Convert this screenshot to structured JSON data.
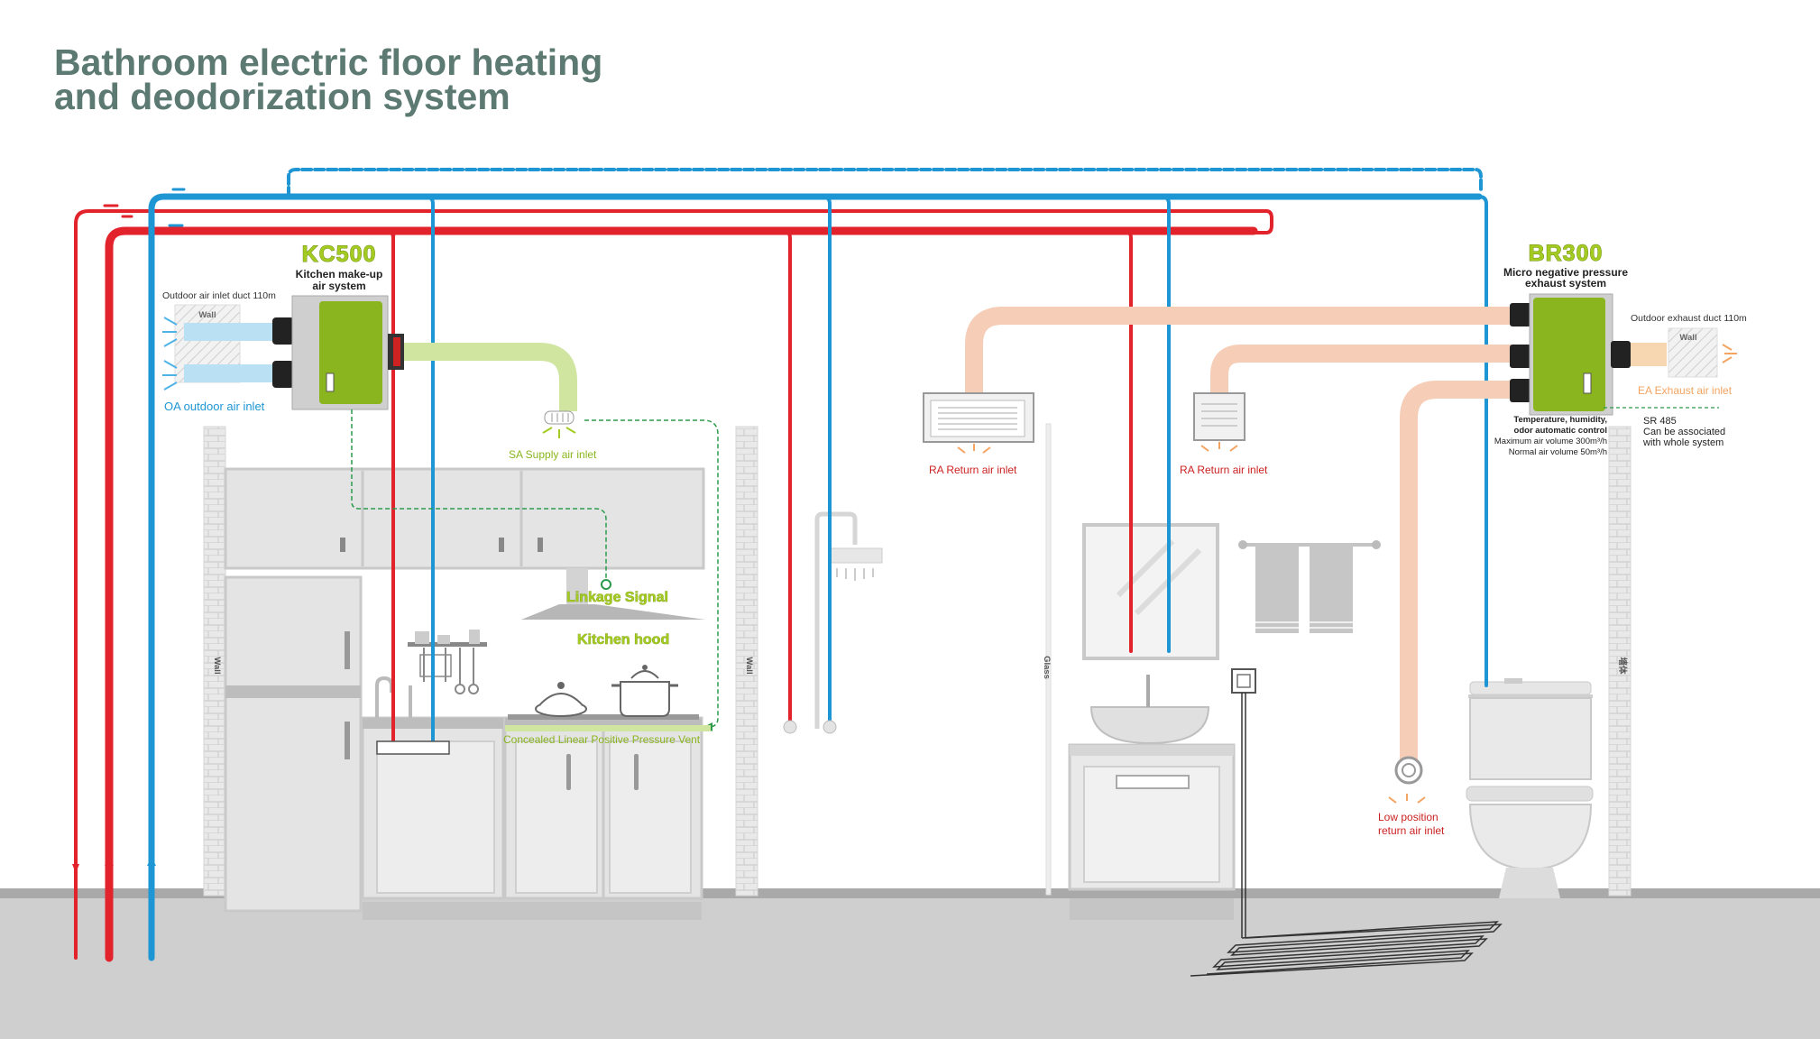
{
  "title": {
    "line1": "Bathroom electric floor heating",
    "line2": "and deodorization system"
  },
  "kc500": {
    "brand": "KC500",
    "name_line1": "Kitchen make-up",
    "name_line2": "air system",
    "duct_note": "Outdoor air inlet duct 110m",
    "oa_label": "OA outdoor air inlet",
    "sa_label": "SA Supply air inlet",
    "linkage": "Linkage Signal",
    "hood": "Kitchen hood",
    "vent": "Concealed Linear Positive Pressure Vent"
  },
  "br300": {
    "brand": "BR300",
    "name_line1": "Micro negative pressure",
    "name_line2": "exhaust system",
    "duct_note": "Outdoor exhaust duct 110m",
    "ea_label": "EA Exhaust air inlet",
    "control_line1": "Temperature, humidity,",
    "control_line2": "odor automatic control",
    "max_volume": "Maximum air volume 300m³/h",
    "normal_volume": "Normal air volume 50m³/h",
    "sr_line1": "SR 485",
    "sr_line2": "Can be associated",
    "sr_line3": "with whole system"
  },
  "bath": {
    "ra_label_1": "RA Return air inlet",
    "ra_label_2": "RA Return air inlet",
    "low_line1": "Low position",
    "low_line2": "return air inlet",
    "glass": "Glass"
  },
  "wall_labels": [
    "Wall",
    "Wall",
    "Wall",
    "墙体"
  ],
  "colors": {
    "title": "#5c7a72",
    "hot_pipe": "#e3232c",
    "cold_pipe": "#1f96d4",
    "unit_green": "#8ab51e",
    "brand_green": "#a4cb21",
    "supply_duct": "#cfe5a0",
    "exhaust_duct": "#f6cdb6",
    "outdoor_blue": "#b9e0f3",
    "signal_green": "#2b9b4b",
    "floor": "#cfcfcf",
    "ea_orange": "#f3a460"
  }
}
